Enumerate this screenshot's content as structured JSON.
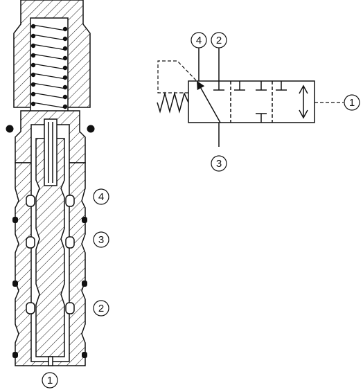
{
  "colors": {
    "line": "#111111",
    "background": "#ffffff"
  },
  "cartridge_ports": [
    {
      "id": "port-4",
      "label": "4"
    },
    {
      "id": "port-3",
      "label": "3"
    },
    {
      "id": "port-2",
      "label": "2"
    },
    {
      "id": "port-1",
      "label": "1"
    }
  ],
  "symbol_ports": [
    {
      "id": "port-4",
      "label": "4"
    },
    {
      "id": "port-2",
      "label": "2"
    },
    {
      "id": "port-3",
      "label": "3"
    },
    {
      "id": "port-1",
      "label": "1"
    }
  ]
}
